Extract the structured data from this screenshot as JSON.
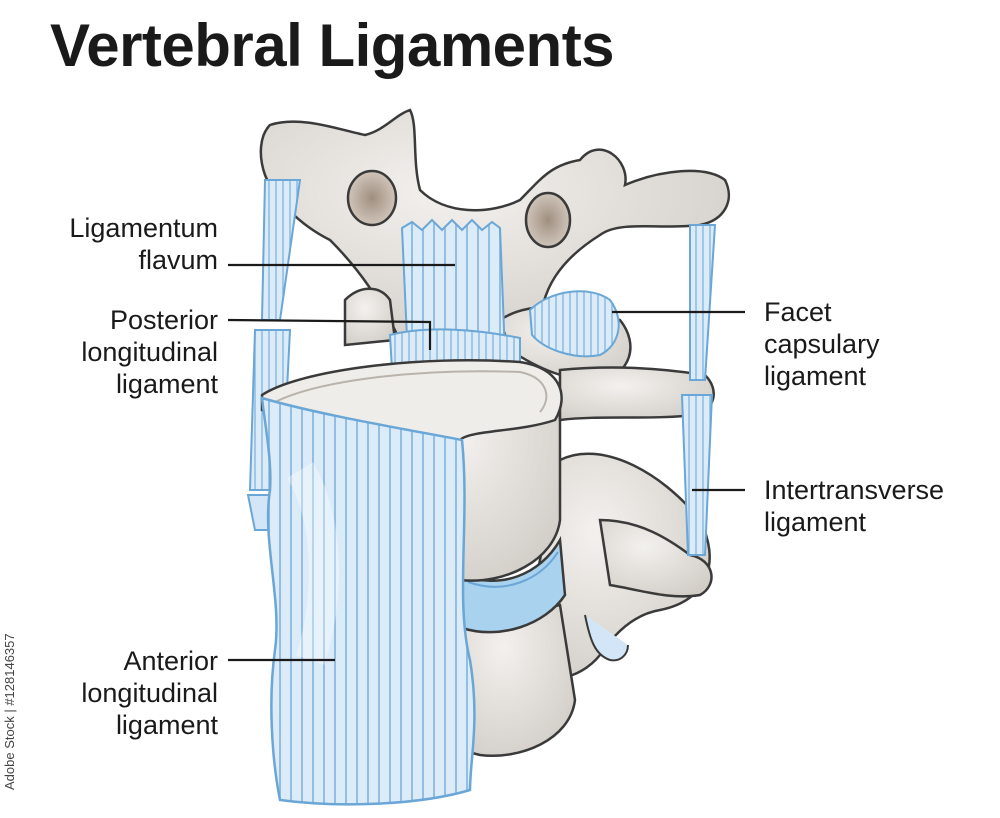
{
  "title": "Vertebral Ligaments",
  "labels": {
    "ligamentum_flavum": [
      "Ligamentum",
      "flavum"
    ],
    "posterior_longitudinal": [
      "Posterior",
      "longitudinal",
      "ligament"
    ],
    "anterior_longitudinal": [
      "Anterior",
      "longitudinal",
      "ligament"
    ],
    "facet_capsulary": [
      "Facet",
      "capsulary",
      "ligament"
    ],
    "intertransverse": [
      "Intertransverse",
      "ligament"
    ]
  },
  "watermark": "Adobe Stock | #128146357",
  "colors": {
    "bone": "#e6e3df",
    "bone_shade": "#cfcac4",
    "ligament": "#d3e6f7",
    "ligament_line": "#7fb3e0",
    "disc": "#a9d2ee",
    "outline": "#3a3a3a"
  }
}
